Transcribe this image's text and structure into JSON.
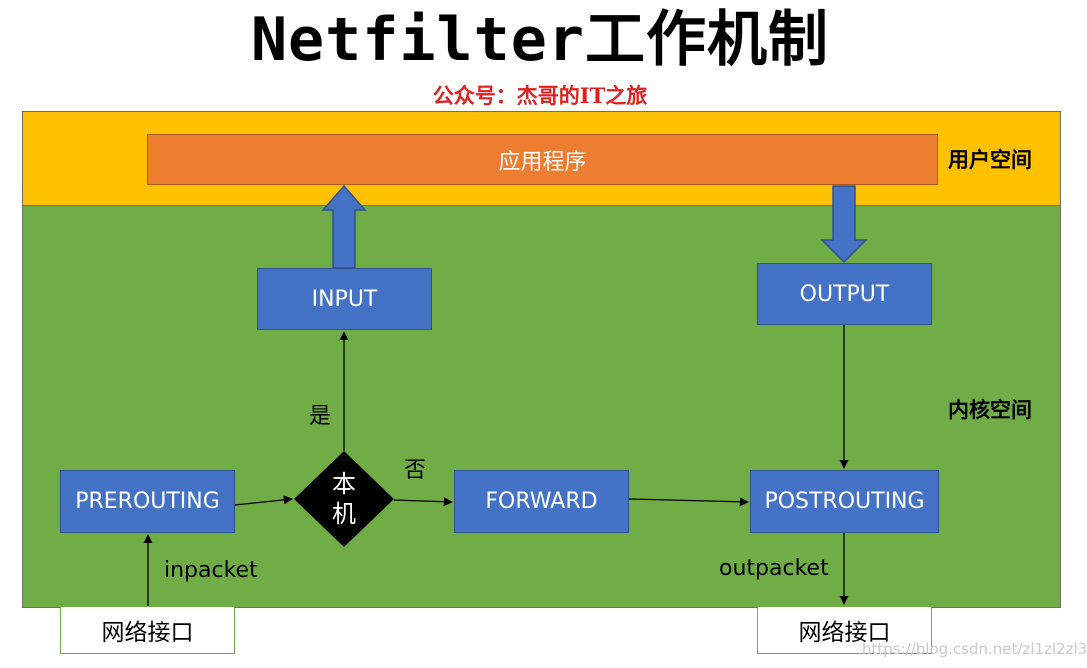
{
  "title": "Netfilter工作机制",
  "subtitle": "公众号：杰哥的IT之旅",
  "zones": {
    "user_space": "用户空间",
    "kernel_space": "内核空间"
  },
  "nodes": {
    "application": "应用程序",
    "input": "INPUT",
    "output": "OUTPUT",
    "prerouting": "PREROUTING",
    "forward": "FORWARD",
    "postrouting": "POSTROUTING",
    "decision_line1": "本",
    "decision_line2": "机",
    "net_interface_in": "网络接口",
    "net_interface_out": "网络接口"
  },
  "edge_labels": {
    "yes": "是",
    "no": "否",
    "inpacket": "inpacket",
    "outpacket": "outpacket"
  },
  "watermark": "https://blog.csdn.net/zl1zl2zl3",
  "colors": {
    "user_zone": "#ffc000",
    "kernel_zone": "#70ad47",
    "app_box": "#ed7d31",
    "chain_box": "#4472c4",
    "subtitle": "#e0201e"
  }
}
